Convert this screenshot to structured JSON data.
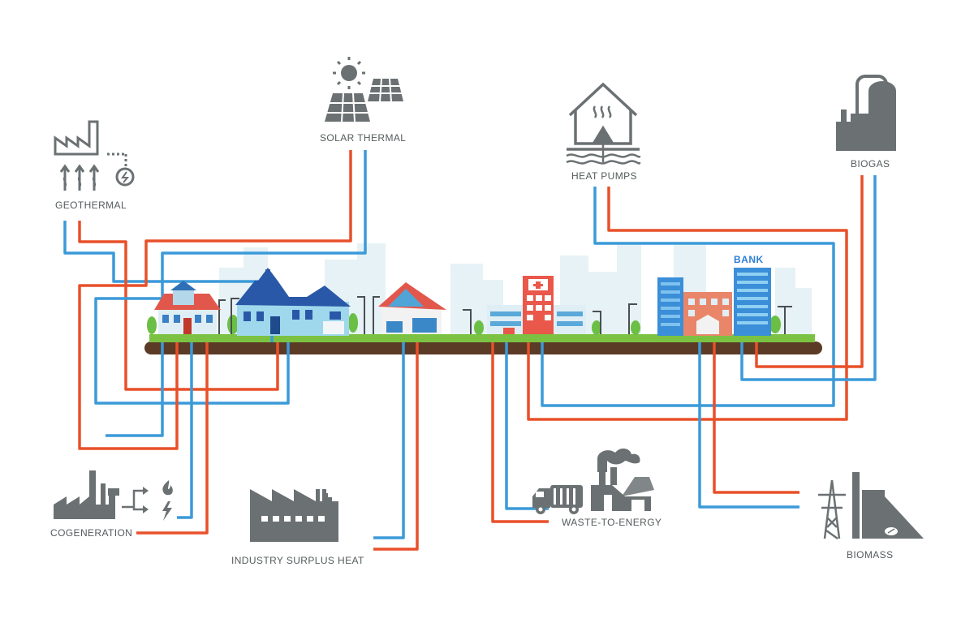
{
  "sources": {
    "geothermal": "GEOTHERMAL",
    "solar_thermal": "SOLAR THERMAL",
    "heat_pumps": "HEAT PUMPS",
    "biogas": "BIOGAS",
    "cogeneration": "COGENERATION",
    "industry_surplus_heat": "INDUSTRY SURPLUS HEAT",
    "waste_to_energy": "WASTE-TO-ENERGY",
    "biomass": "BIOMASS"
  },
  "city": {
    "bank_sign": "BANK"
  },
  "colors": {
    "supply_pipe": "#e8502a",
    "return_pipe": "#3b9ad9",
    "icon_gray": "#6b7173",
    "ground": "#5b3a26",
    "grass": "#7cc242"
  }
}
